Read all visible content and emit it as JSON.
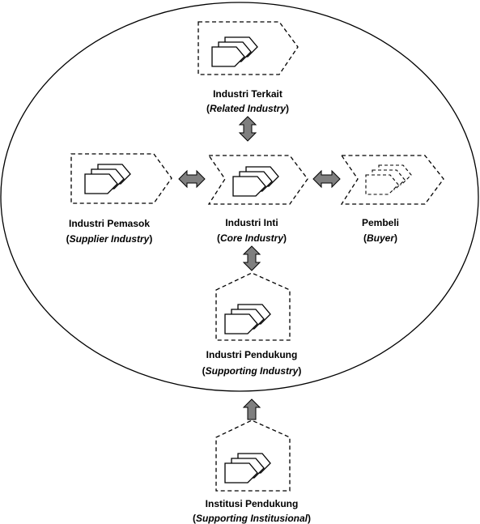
{
  "nodes": {
    "related": {
      "title": "Industri Terkait",
      "open": "(",
      "italic": "Related Industry",
      "close": ")"
    },
    "supplier": {
      "title": "Industri Pemasok",
      "open": "(",
      "italic": "Supplier Industry",
      "close": ")"
    },
    "core": {
      "title": "Industri Inti",
      "open": "(",
      "italic": "Core Industry",
      "close": ")"
    },
    "buyer": {
      "title": "Pembeli",
      "open": "(",
      "italic": "Buyer",
      "close": ")"
    },
    "supporting": {
      "title": "Industri Pendukung",
      "open": "(",
      "italic": "Supporting Industry",
      "close": ")"
    },
    "institution": {
      "title": "Institusi Pendukung",
      "open": "(",
      "italic": "Supporting Institusional",
      "close": ")"
    }
  },
  "colors": {
    "arrow_fill": "#7f7f7f",
    "line": "#000000",
    "background": "#ffffff"
  }
}
